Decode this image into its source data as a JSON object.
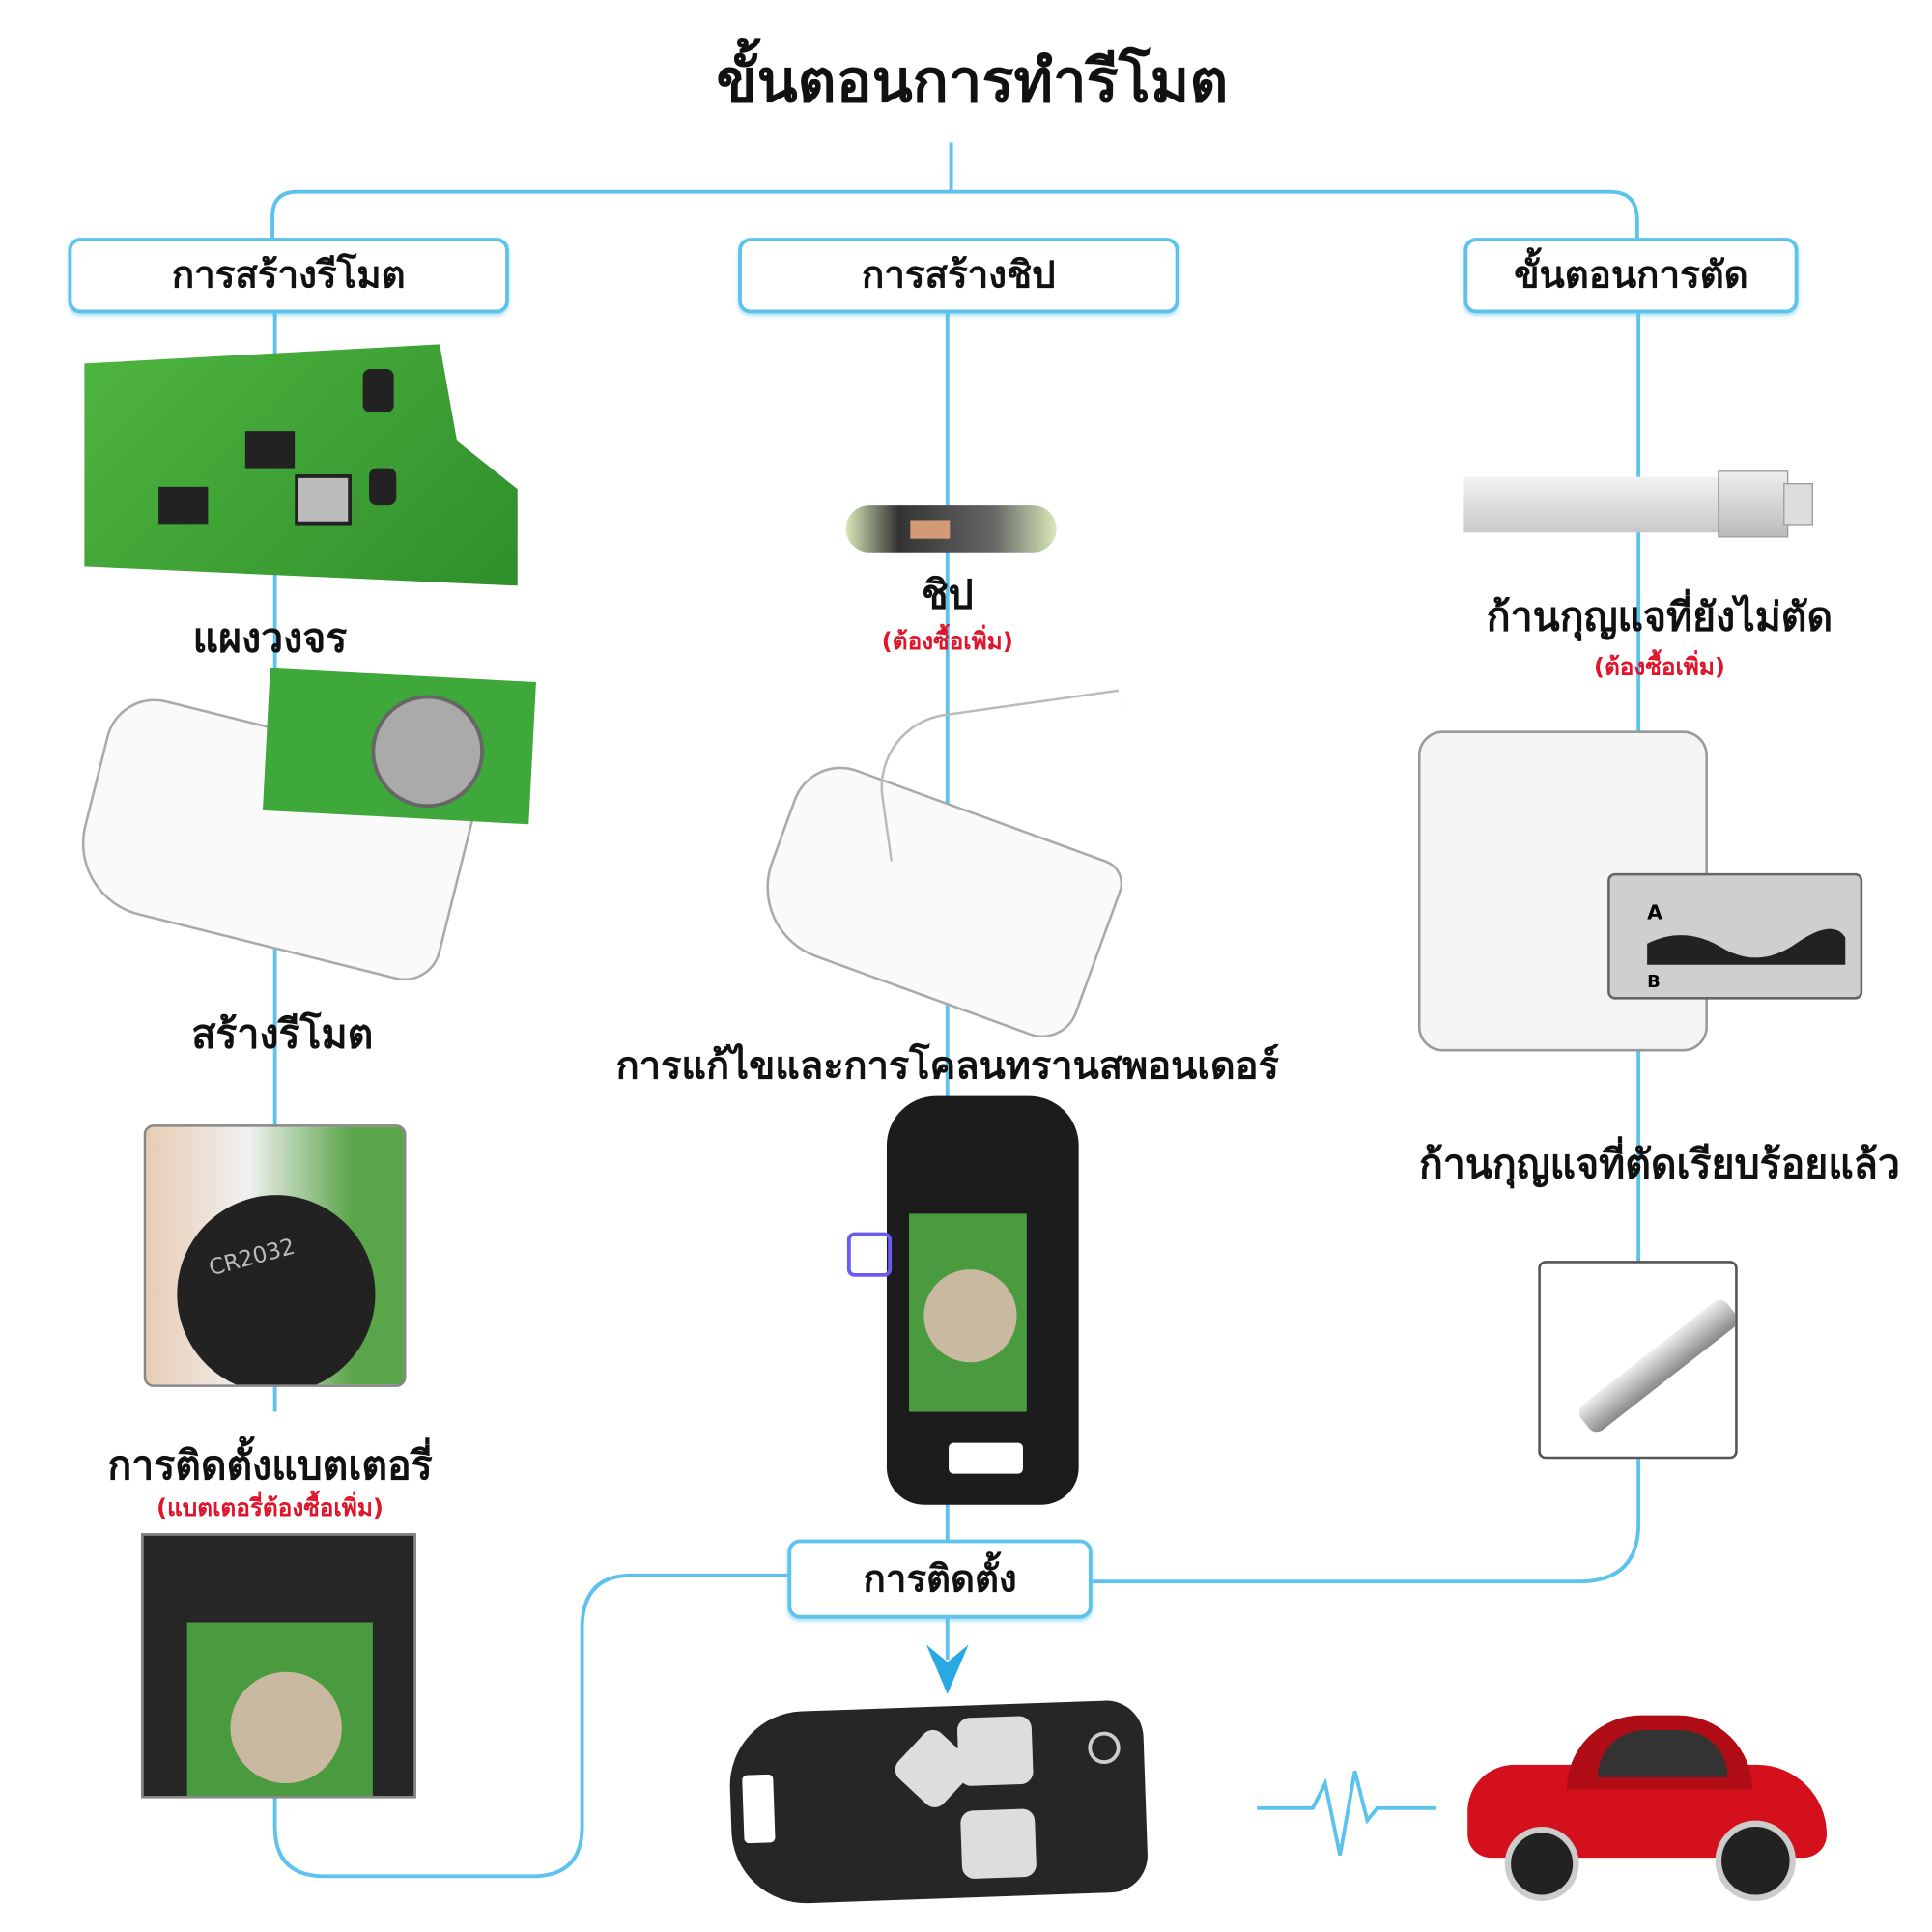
{
  "title": "ขั้นตอนการทำรีโมต",
  "branches": {
    "remote": {
      "header": "การสร้างรีโมต",
      "pcb_label": "แผงวงจร",
      "build_label": "สร้างรีโมต",
      "battery_label": "การติดตั้งแบตเตอรี่",
      "battery_note": "(แบตเตอรี่ต้องซื้อเพิ่ม)",
      "battery_model": "CR2032"
    },
    "chip": {
      "header": "การสร้างชิป",
      "chip_label": "ชิป",
      "chip_note": "(ต้องซื้อเพิ่ม)",
      "clone_label": "การแก้ไขและการโคลนทรานสพอนเดอร์"
    },
    "cut": {
      "header": "ขั้นตอนการตัด",
      "blank_label": "ก้านกุญแจที่ยังไม่ตัด",
      "blank_note": "(ต้องซื้อเพิ่ม)",
      "cut_label": "ก้านกุญแจที่ตัดเรียบร้อยแล้ว",
      "screen_marks": [
        "A",
        "B"
      ]
    }
  },
  "install": {
    "label": "การติดตั้ง"
  },
  "colors": {
    "line": "#5ec3ec",
    "note": "#e0142a",
    "pcb": "#3fa83a",
    "car": "#d4101c"
  }
}
